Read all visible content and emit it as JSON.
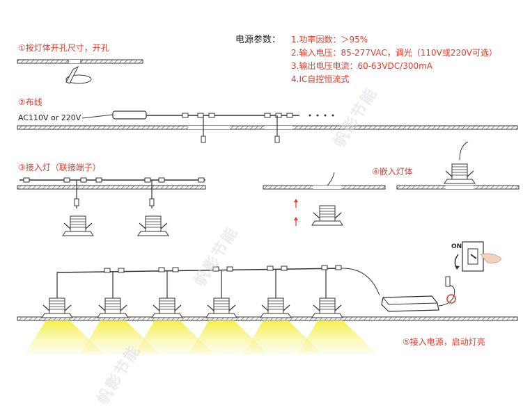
{
  "steps": {
    "step1": "①按灯体开孔尺寸，开孔",
    "step2": "②布线",
    "step3": "③接入灯（联接端子）",
    "step4": "④嵌入灯体",
    "step5": "⑤接入电源，启动灯亮"
  },
  "power_params": {
    "title": "电源参数：",
    "items": [
      "1.功率因数：＞95%",
      "2.输入电压：85-277VAC，调光（110V或220V可选）",
      "3.输出电压电流：60-63VDC/300mA",
      "4.IC自控恒流式"
    ]
  },
  "wiring_label": "AC110V or 220V",
  "switch_label": "ON",
  "watermark": "帆影节能",
  "colors": {
    "accent_red": "#e23a2a",
    "light_yellow": "#f2ea3c",
    "ceiling_line": "#444444"
  }
}
